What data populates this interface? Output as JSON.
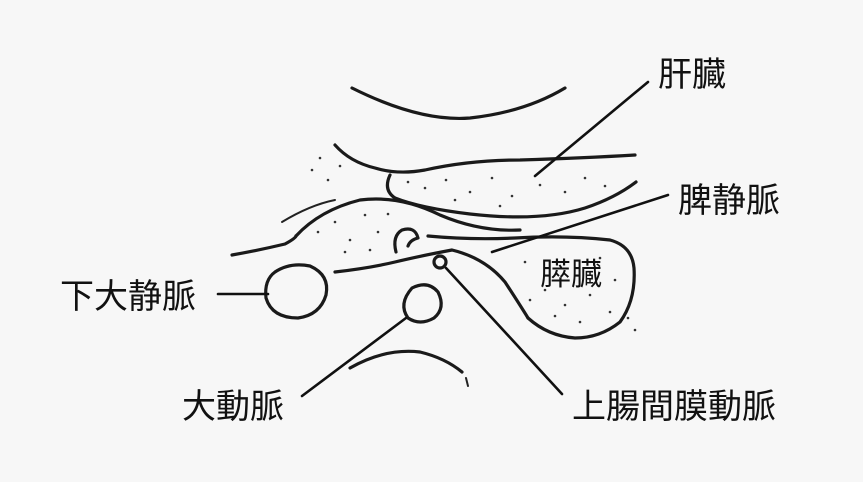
{
  "labels": {
    "liver": "肝臓",
    "splenic_vein": "脾静脈",
    "pancreas": "膵臓",
    "ivc": "下大静脈",
    "aorta": "大動脈",
    "sma": "上腸間膜動脈"
  },
  "colors": {
    "background": "#f7f7f7",
    "ink": "#111111"
  }
}
